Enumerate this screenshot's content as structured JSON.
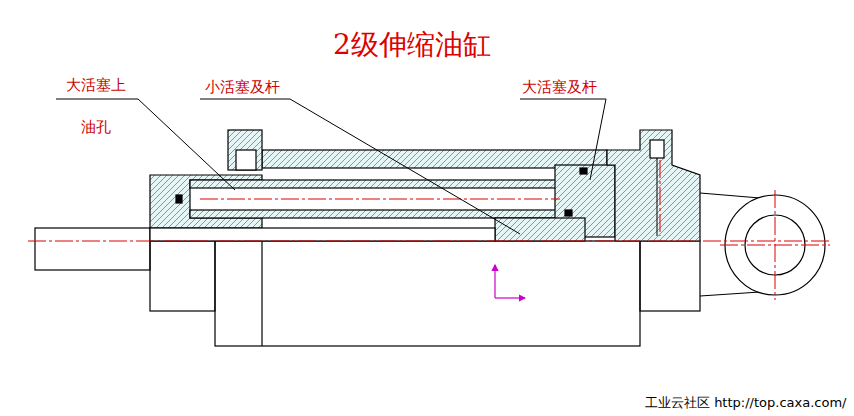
{
  "diagram": {
    "title": "2级伸缩油缸",
    "labels": [
      "大活塞上 油孔",
      "小活塞及杆",
      "大活塞及杆",
      "工业云社区 http://top.caxa.com/"
    ]
  }
}
